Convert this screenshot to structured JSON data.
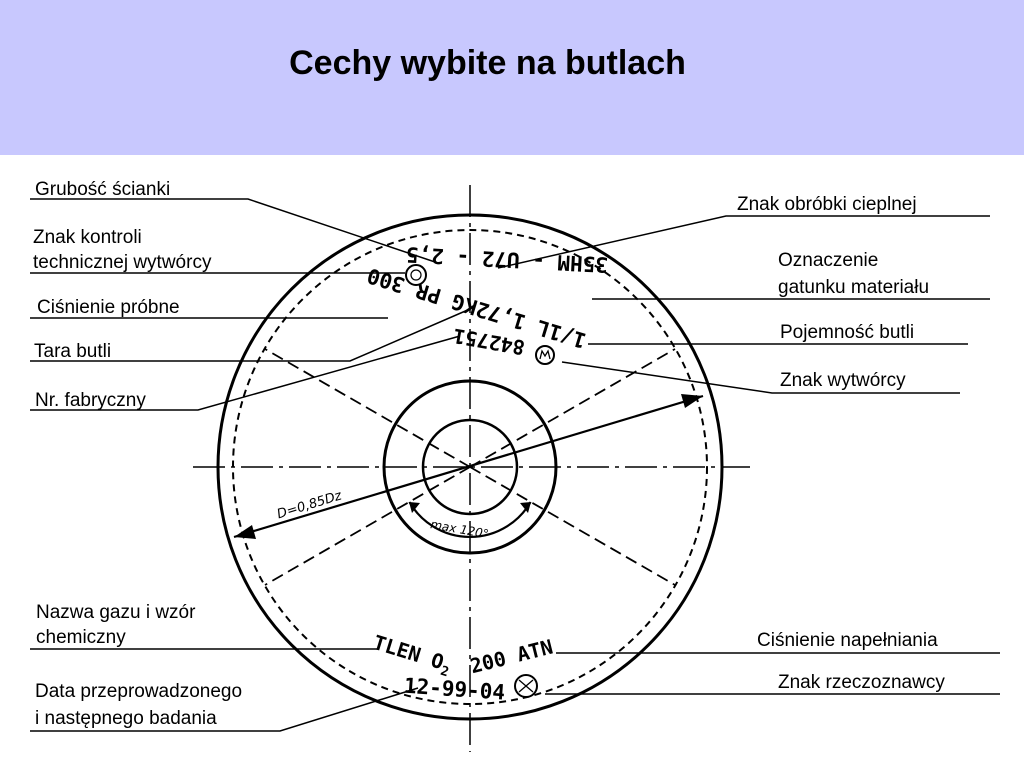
{
  "slide": {
    "title": "Cechy wybite na butlach",
    "header_color": "#c8c8fe"
  },
  "labels": {
    "grubosc_scianki": "Grubość ścianki",
    "znak_kontroli_1": "Znak kontroli",
    "znak_kontroli_2": "technicznej wytwórcy",
    "cisnienie_probne": "Ciśnienie próbne",
    "tara_butli": "Tara butli",
    "nr_fabryczny": "Nr. fabryczny",
    "nazwa_gazu_1": "Nazwa gazu i wzór",
    "nazwa_gazu_2": "chemiczny",
    "data_badania_1": "Data przeprowadzonego",
    "data_badania_2": "i następnego badania",
    "znak_obrobki": "Znak obróbki cieplnej",
    "oznaczenie_1": "Oznaczenie",
    "oznaczenie_2": "gatunku materiału",
    "pojemnosc": "Pojemność butli",
    "znak_wytworcy": "Znak wytwórcy",
    "cisnienie_napelniania": "Ciśnienie napełniania",
    "znak_rzeczoznawcy": "Znak rzeczoznawcy"
  },
  "stamps": {
    "steel": "35HM - U72 - 2,5",
    "capacity_tare": "1/1L 1,72KG PR 300",
    "serial": "842751",
    "gas": "TLEN O",
    "gas_subscript": "2",
    "pressure": "200 ATN",
    "date": "12-99-04",
    "diameter": "D=0,85Dz",
    "angle": "max 120°"
  }
}
